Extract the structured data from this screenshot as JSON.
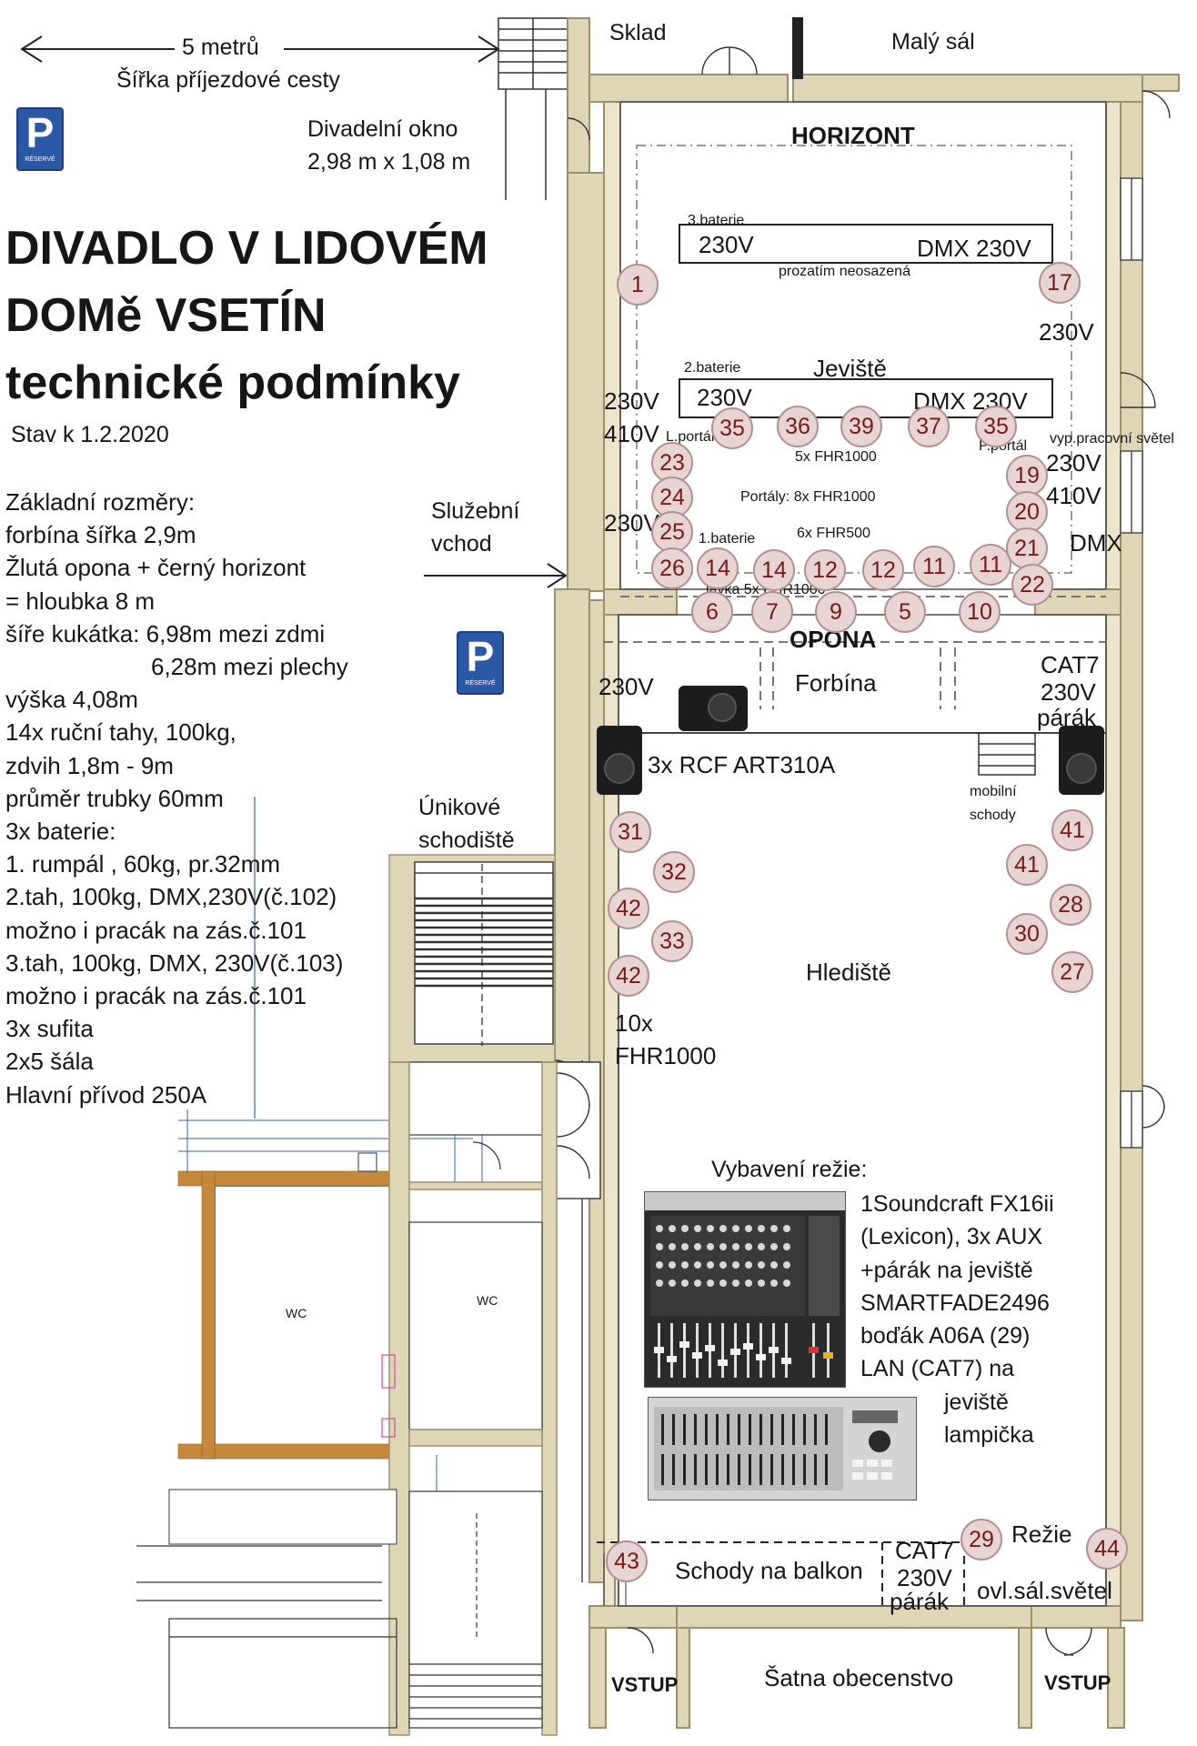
{
  "heading": {
    "line1": "DIVADLO V LIDOVÉM",
    "line2": "DOMě VSETÍN",
    "line3": "technické podmínky",
    "date": "Stav k 1.2.2020"
  },
  "top": {
    "width_value": "5 metrů",
    "width_label": "Šířka příjezdové cesty",
    "window_label": "Divadelní okno",
    "window_size": "2,98 m x 1,08 m",
    "room_sklad": "Sklad",
    "room_maly_sal": "Malý sál"
  },
  "parking": {
    "letter": "P",
    "caption": "RÉSERVÉ"
  },
  "notes": [
    "Základní rozměry:",
    "forbína šířka 2,9m",
    "Žlutá opona + černý horizont",
    "= hloubka 8 m",
    "šíře kukátka: 6,98m mezi zdmi",
    "6,28m mezi plechy",
    "výška 4,08m",
    "14x ruční tahy, 100kg,",
    "zdvih 1,8m - 9m",
    "průměr trubky 60mm",
    "3x baterie:",
    "1. rumpál , 60kg, pr.32mm",
    "2.tah, 100kg, DMX,230V(č.102)",
    "možno i pracák na zás.č.101",
    "3.tah, 100kg, DMX, 230V(č.103)",
    "možno i pracák na zás.č.101",
    "3x sufita",
    "2x5 šála",
    "Hlavní přívod 250A"
  ],
  "labels": {
    "sluzebni": "Služební",
    "vchod": "vchod",
    "unikove": "Únikové",
    "schodiste": "schodiště",
    "horizont": "HORIZONT",
    "baterie3": "3.baterie",
    "b3_230": "230V",
    "b3_dmx": "DMX 230V",
    "neosazena": "prozatím neosazená",
    "r_230_top": "230V",
    "baterie2": "2.baterie",
    "jeviste": "Jeviště",
    "b2_230": "230V",
    "b2_dmx": "DMX 230V",
    "l_230": "230V",
    "l_410": "410V",
    "l_portal": "L.portál",
    "fhr1000_5x": "5x FHR1000",
    "p_portal": "P.portál",
    "vyp": "vyp.pracovní světel",
    "r_230": "230V",
    "r_410": "410V",
    "r_dmx": "DMX",
    "l_230b": "230V",
    "portaly": "Portály: 8x FHR1000",
    "fhr500": "6x FHR500",
    "baterie1": "1.baterie",
    "lavka": "lávka 5x FHR1000",
    "opona": "OPONA",
    "f_230": "230V",
    "forbina": "Forbína",
    "cat7": "CAT7",
    "cat7_230": "230V",
    "cat7_parak": "párák",
    "rcf": "3x RCF ART310A",
    "mobilni": "mobilní",
    "schody": "schody",
    "hlediste": "Hlediště",
    "fhr_10x": "10x",
    "fhr_10x_b": "FHR1000",
    "vybaveni": "Vybavení režie:",
    "wc1": "WC",
    "wc2": "WC",
    "schody_balkon": "Schody na balkon",
    "b_cat7": "CAT7",
    "b_230": "230V",
    "b_parak": "párák",
    "rezie": "Režie",
    "ovl": "ovl.sál.světel",
    "vstup1": "VSTUP",
    "vstup2": "VSTUP",
    "satna": "Šatna obecenstvo"
  },
  "equipment": [
    "1Soundcraft FX16ii",
    "(Lexicon), 3x AUX",
    "+párák na jeviště",
    "SMARTFADE2496",
    "boďák A06A (29)",
    "LAN (CAT7) na",
    "jeviště",
    "lampička"
  ],
  "circuits": [
    "1",
    "17",
    "35",
    "36",
    "39",
    "37",
    "35",
    "23",
    "24",
    "25",
    "26",
    "14",
    "14",
    "12",
    "12",
    "11",
    "11",
    "19",
    "20",
    "21",
    "22",
    "6",
    "7",
    "9",
    "5",
    "10",
    "31",
    "32",
    "42",
    "33",
    "42",
    "41",
    "41",
    "28",
    "30",
    "27",
    "43",
    "29",
    "44"
  ],
  "colors": {
    "wall": "#dfd6b8",
    "wall_edge": "#9c8f68",
    "circle_fill": "#e9d4d4",
    "circle_text": "#7a1818",
    "parking": "#2b58a6",
    "dim": "#3b62a8"
  }
}
